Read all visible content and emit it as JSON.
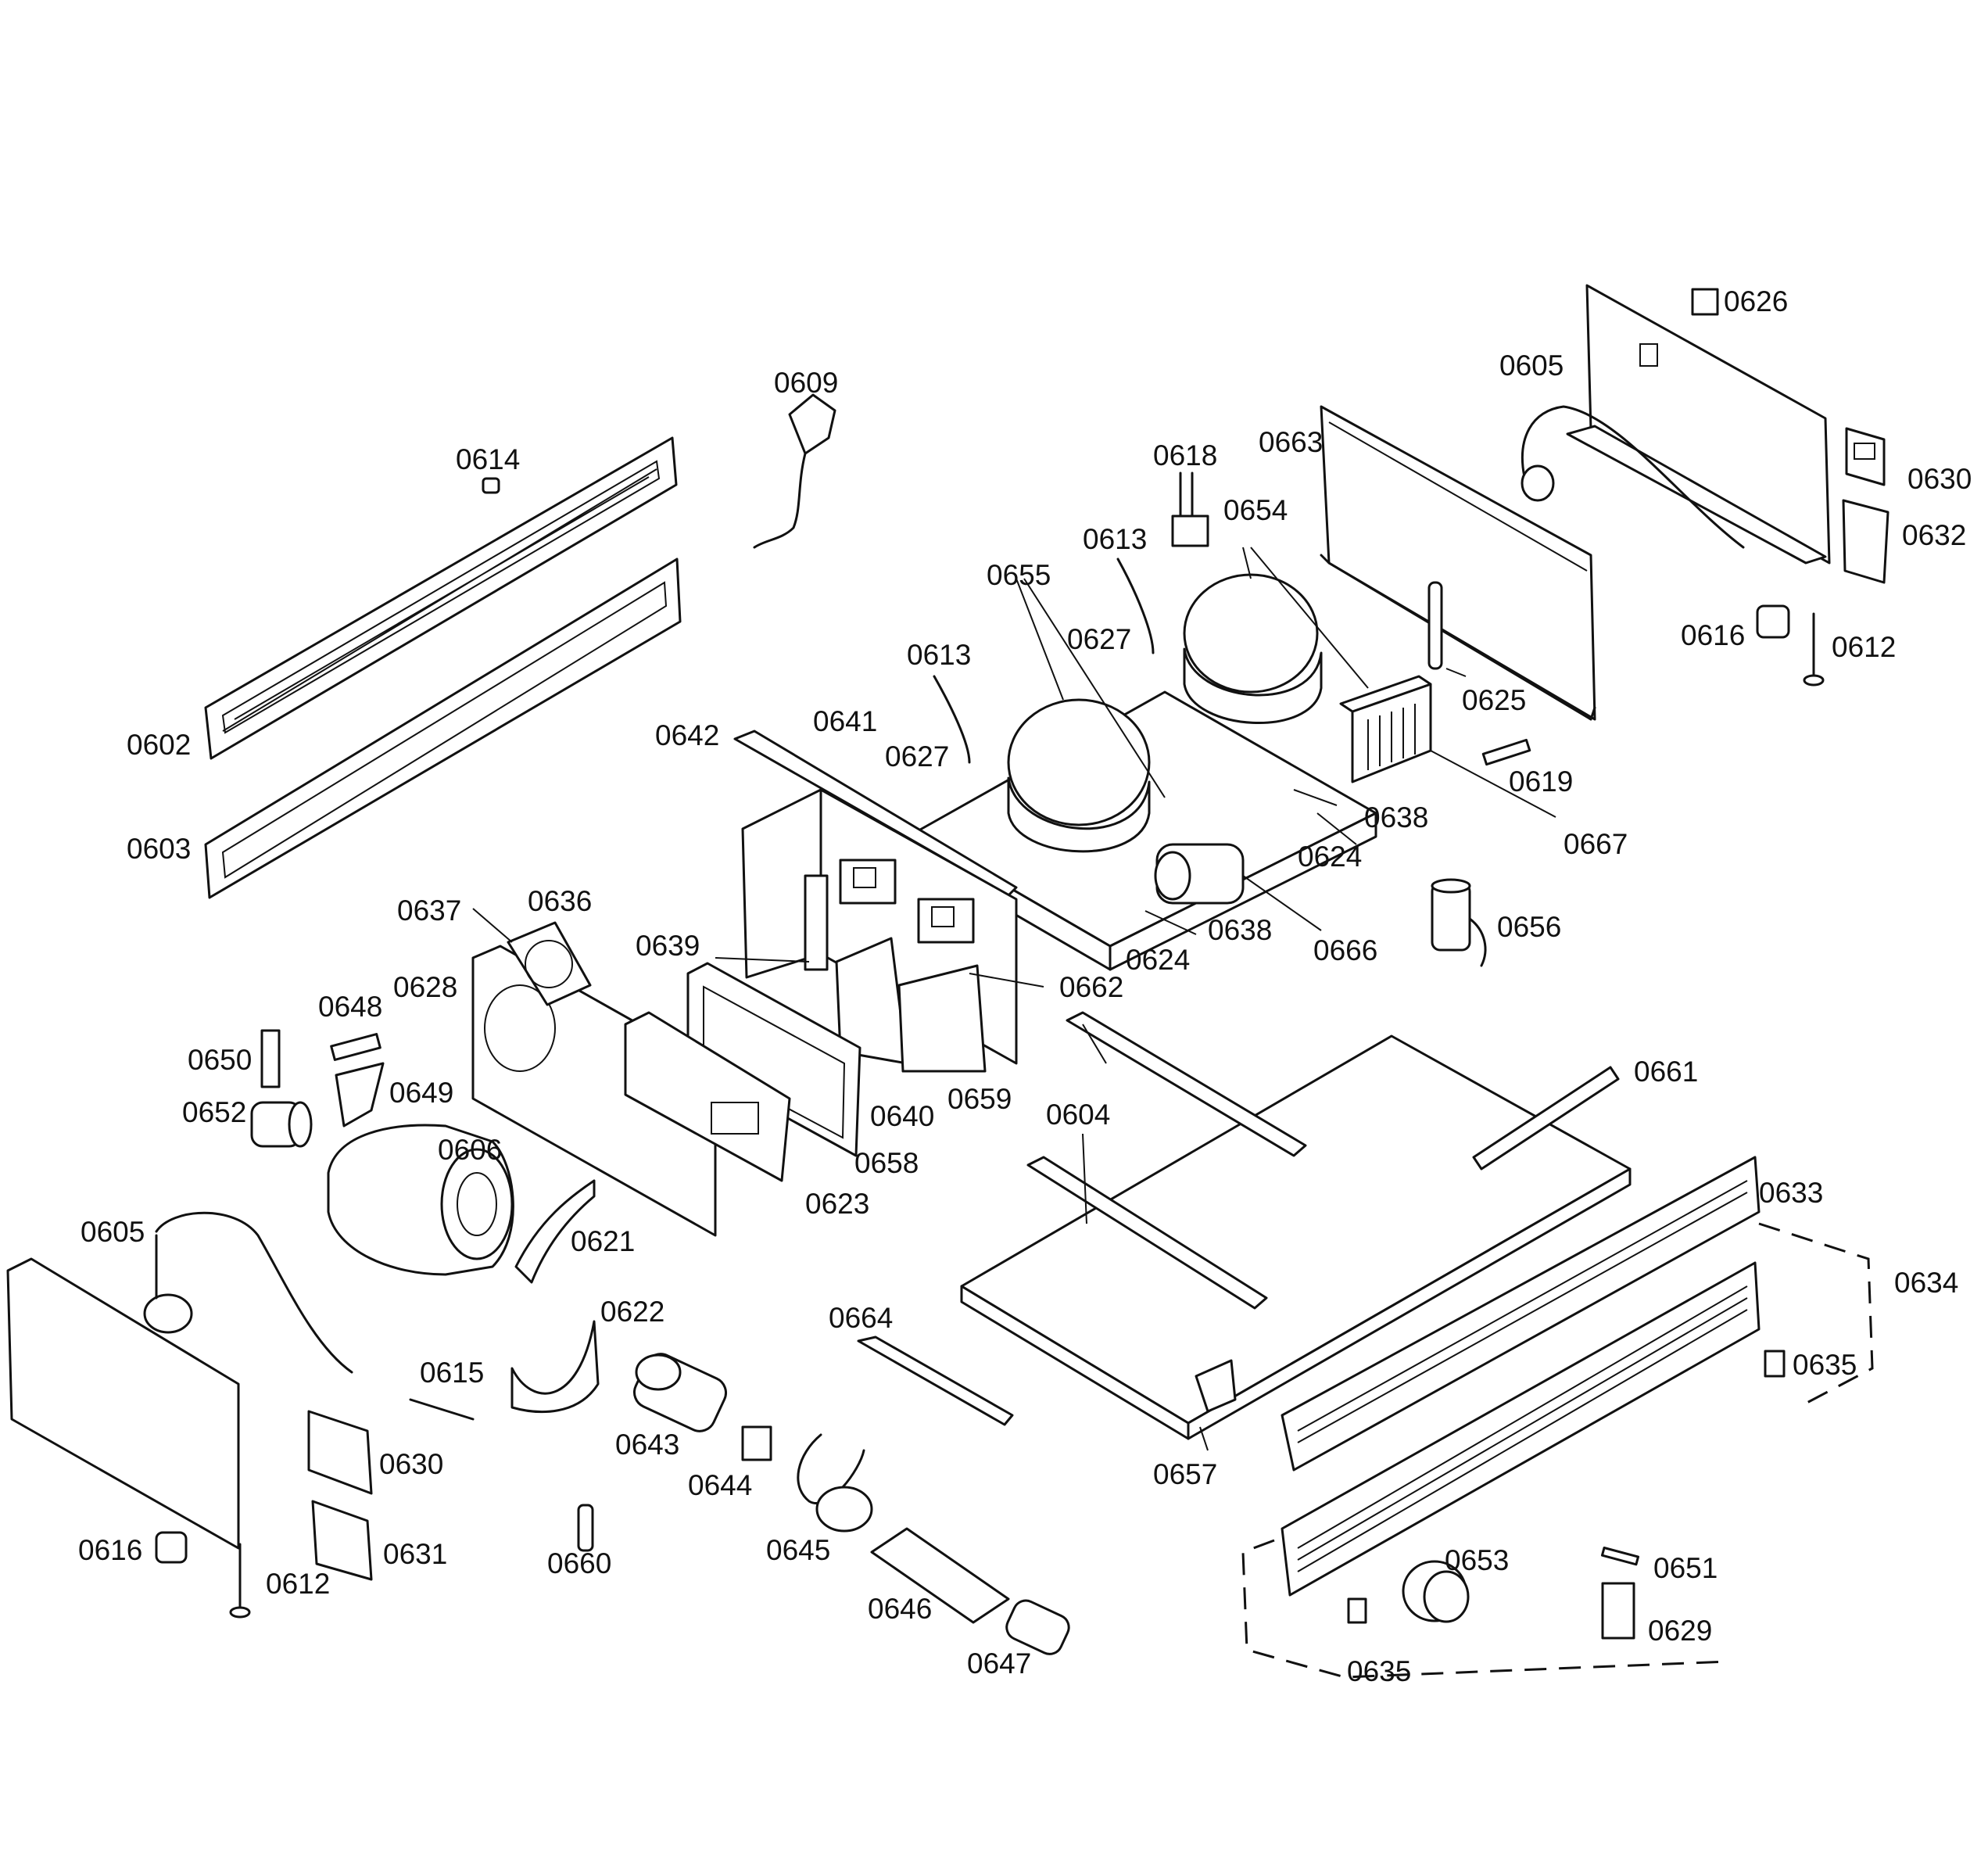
{
  "labels": {
    "p0602": "0602",
    "p0603": "0603",
    "p0604": "0604",
    "p0605a": "0605",
    "p0605b": "0605",
    "p0606": "0606",
    "p0609": "0609",
    "p0612a": "0612",
    "p0612b": "0612",
    "p0613a": "0613",
    "p0613b": "0613",
    "p0614": "0614",
    "p0615": "0615",
    "p0616a": "0616",
    "p0616b": "0616",
    "p0618": "0618",
    "p0619": "0619",
    "p0621": "0621",
    "p0622": "0622",
    "p0623": "0623",
    "p0624a": "0624",
    "p0624b": "0624",
    "p0625": "0625",
    "p0626": "0626",
    "p0627a": "0627",
    "p0627b": "0627",
    "p0628": "0628",
    "p0629": "0629",
    "p0630a": "0630",
    "p0630b": "0630",
    "p0631": "0631",
    "p0632": "0632",
    "p0633": "0633",
    "p0634": "0634",
    "p0635a": "0635",
    "p0635b": "0635",
    "p0636": "0636",
    "p0637": "0637",
    "p0638a": "0638",
    "p0638b": "0638",
    "p0639": "0639",
    "p0640": "0640",
    "p0641": "0641",
    "p0642": "0642",
    "p0643": "0643",
    "p0644": "0644",
    "p0645": "0645",
    "p0646": "0646",
    "p0647": "0647",
    "p0648": "0648",
    "p0649": "0649",
    "p0650": "0650",
    "p0651": "0651",
    "p0652": "0652",
    "p0653": "0653",
    "p0654": "0654",
    "p0655": "0655",
    "p0656": "0656",
    "p0657": "0657",
    "p0658": "0658",
    "p0659": "0659",
    "p0660": "0660",
    "p0661": "0661",
    "p0662": "0662",
    "p0663": "0663",
    "p0664": "0664",
    "p0666": "0666",
    "p0667": "0667"
  }
}
